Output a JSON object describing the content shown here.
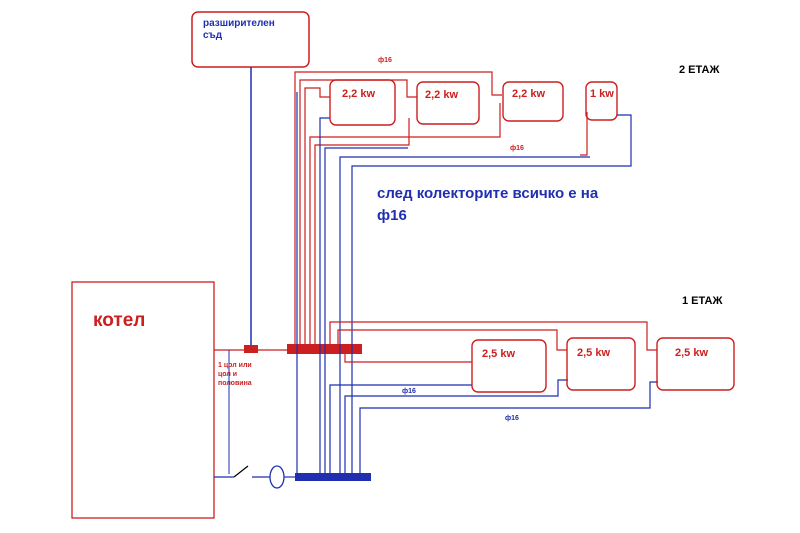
{
  "labels": {
    "expansion_tank": [
      "разширителен",
      "съд"
    ],
    "boiler": "котел",
    "floor_2": "2   ЕТАЖ",
    "floor_1": "1 ЕТАЖ",
    "note": [
      "след колекторите всичко е на",
      "ф16"
    ],
    "pipe_size_boiler": [
      "1 цол или",
      "цол и",
      "половина"
    ],
    "pipe_top": "ф16",
    "pipe_top_return": "ф16",
    "pipe_bottom_1": "ф16",
    "pipe_bottom_2": "ф16"
  },
  "radiators": {
    "floor_2": [
      "2,2 kw",
      "2,2 kw",
      "2,2 kw",
      "1 kw"
    ],
    "floor_1": [
      "2,5 kw",
      "2,5 kw",
      "2,5 kw"
    ]
  },
  "colors": {
    "supply": "#cc1f1f",
    "return": "#1f2fb0",
    "text": "#000000",
    "background": "#ffffff"
  }
}
